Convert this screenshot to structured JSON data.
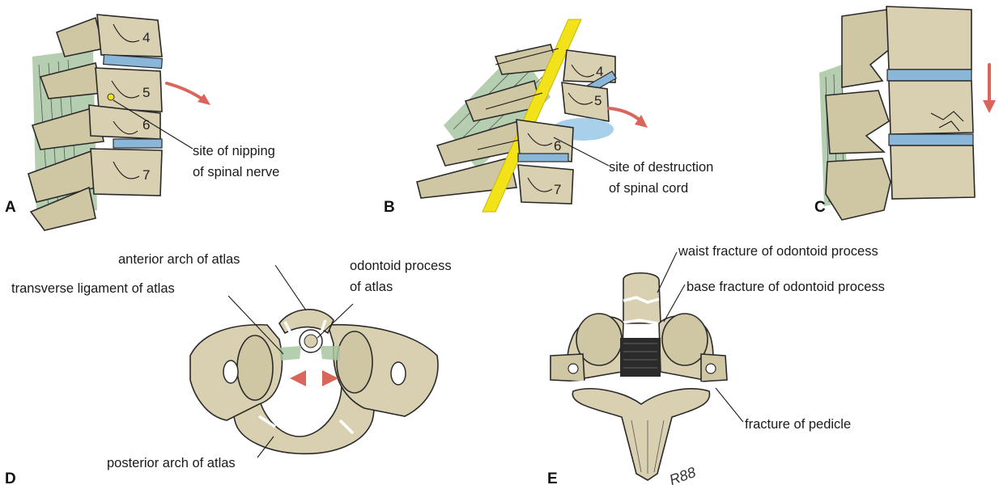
{
  "panels": {
    "A": {
      "letter": "A",
      "vertebra_numbers": [
        "4",
        "5",
        "6",
        "7"
      ],
      "label": [
        "site of nipping",
        "of spinal nerve"
      ]
    },
    "B": {
      "letter": "B",
      "vertebra_numbers": [
        "4",
        "5",
        "6",
        "7"
      ],
      "label": [
        "site of destruction",
        "of spinal cord"
      ]
    },
    "C": {
      "letter": "C"
    },
    "D": {
      "letter": "D",
      "labels": {
        "anterior_arch": "anterior arch of atlas",
        "odontoid": [
          "odontoid process",
          "of atlas"
        ],
        "transverse_ligament": "transverse ligament of atlas",
        "posterior_arch": "posterior arch of atlas"
      }
    },
    "E": {
      "letter": "E",
      "labels": {
        "waist_fracture": "waist fracture of odontoid process",
        "base_fracture": "base fracture of odontoid process",
        "pedicle_fracture": "fracture of pedicle"
      },
      "signature": "R88"
    }
  },
  "colors": {
    "bone": "#d8d0b0",
    "disc": "#8ab6d8",
    "ligament": "#a9c5a2",
    "spinal_cord": "#f2e21a",
    "arrow": "#d9655b"
  }
}
